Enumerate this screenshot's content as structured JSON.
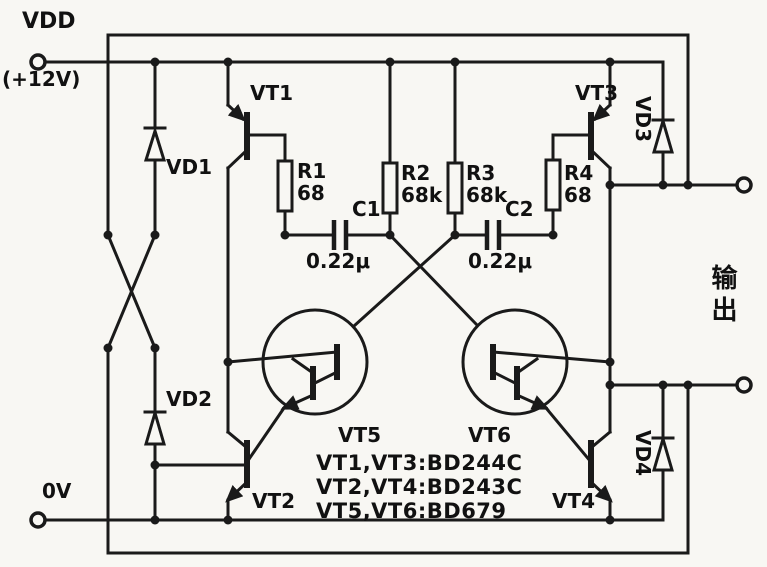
{
  "power": {
    "vdd_label": "VDD",
    "vdd_voltage": "(+12V)",
    "ground_label": "0V"
  },
  "output": {
    "label": "输出"
  },
  "components": {
    "vt1": "VT1",
    "vt2": "VT2",
    "vt3": "VT3",
    "vt4": "VT4",
    "vt5": "VT5",
    "vt6": "VT6",
    "vd1": "VD1",
    "vd2": "VD2",
    "vd3": "VD3",
    "vd4": "VD4",
    "r1": {
      "name": "R1",
      "value": "68"
    },
    "r2": {
      "name": "R2",
      "value": "68k"
    },
    "r3": {
      "name": "R3",
      "value": "68k"
    },
    "r4": {
      "name": "R4",
      "value": "68"
    },
    "c1": {
      "name": "C1",
      "value": "0.22μ"
    },
    "c2": {
      "name": "C2",
      "value": "0.22μ"
    }
  },
  "parts_list": [
    "VT1,VT3:BD244C",
    "VT2,VT4:BD243C",
    "VT5,VT6:BD679"
  ]
}
